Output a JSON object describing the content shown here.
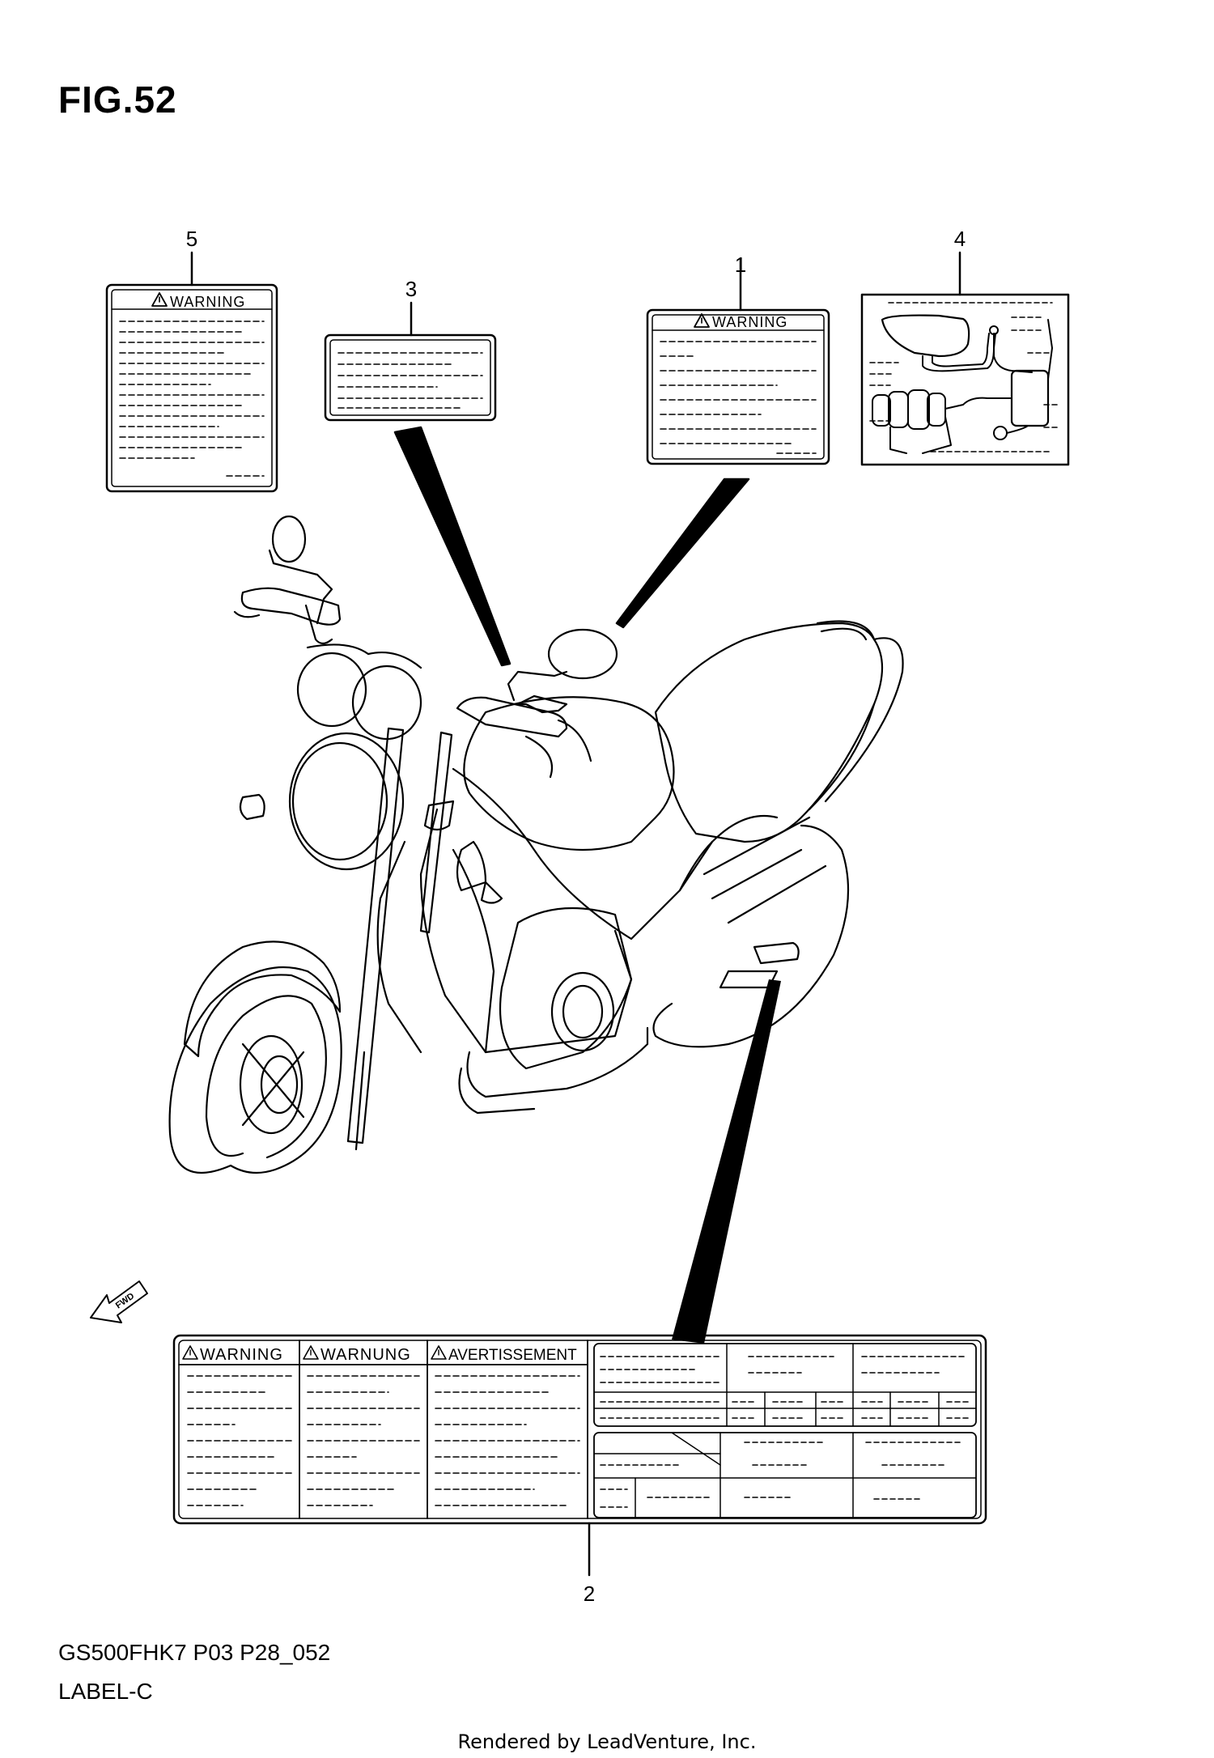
{
  "figure": {
    "title": "FIG.52",
    "model_code": "GS500FHK7 P03 P28_052",
    "section": "LABEL-C",
    "footer": "Rendered by LeadVenture, Inc."
  },
  "callouts": {
    "c1": "1",
    "c2": "2",
    "c3": "3",
    "c4": "4",
    "c5": "5"
  },
  "labels": {
    "warning": "WARNING",
    "warnung": "WARNUNG",
    "avertissement": "AVERTISSEMENT",
    "fwd": "FWD"
  },
  "icons": {
    "warning_triangle": "warning-triangle-icon",
    "fwd_arrow": "fwd-arrow-icon"
  }
}
